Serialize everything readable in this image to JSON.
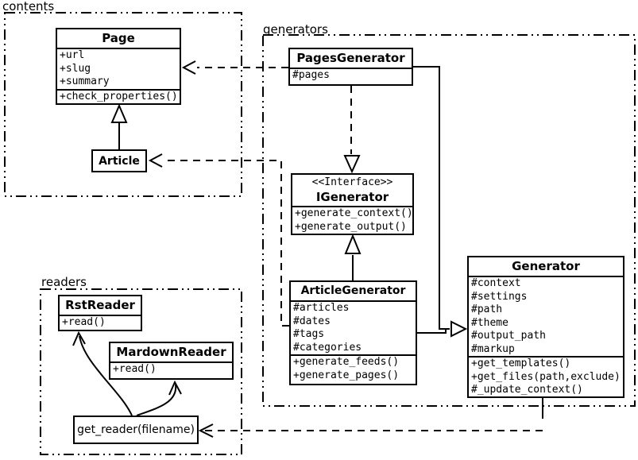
{
  "packages": {
    "contents": {
      "label": "contents"
    },
    "generators": {
      "label": "generators"
    },
    "readers": {
      "label": "readers"
    }
  },
  "classes": {
    "page": {
      "name": "Page",
      "attrs": [
        "+url",
        "+slug",
        "+summary"
      ],
      "methods": [
        "+check_properties()"
      ]
    },
    "article": {
      "name": "Article"
    },
    "pages_generator": {
      "name": "PagesGenerator",
      "attrs": [
        "#pages"
      ]
    },
    "igenerator": {
      "stereotype": "<<Interface>>",
      "name": "IGenerator",
      "methods": [
        "+generate_context()",
        "+generate_output()"
      ]
    },
    "article_generator": {
      "name": "ArticleGenerator",
      "attrs": [
        "#articles",
        "#dates",
        "#tags",
        "#categories"
      ],
      "methods": [
        "+generate_feeds()",
        "+generate_pages()"
      ]
    },
    "generator": {
      "name": "Generator",
      "attrs": [
        "#context",
        "#settings",
        "#path",
        "#theme",
        "#output_path",
        "#markup"
      ],
      "methods": [
        "+get_templates()",
        "+get_files(path,exclude)",
        "#_update_context()"
      ]
    },
    "rst_reader": {
      "name": "RstReader",
      "methods": [
        "+read()"
      ]
    },
    "markdown_reader": {
      "name": "MardownReader",
      "methods": [
        "+read()"
      ]
    },
    "get_reader": {
      "name": "get_reader(filename)"
    }
  },
  "relationships": [
    {
      "from": "Article",
      "to": "Page",
      "type": "generalization"
    },
    {
      "from": "PagesGenerator",
      "to": "Page",
      "type": "dependency"
    },
    {
      "from": "ArticleGenerator",
      "to": "Article",
      "type": "dependency"
    },
    {
      "from": "PagesGenerator",
      "to": "IGenerator",
      "type": "realization"
    },
    {
      "from": "ArticleGenerator",
      "to": "IGenerator",
      "type": "generalization"
    },
    {
      "from": "PagesGenerator",
      "to": "Generator",
      "type": "generalization"
    },
    {
      "from": "ArticleGenerator",
      "to": "Generator",
      "type": "generalization"
    },
    {
      "from": "Generator",
      "to": "get_reader(filename)",
      "type": "dependency"
    },
    {
      "from": "get_reader(filename)",
      "to": "RstReader",
      "type": "arrow"
    },
    {
      "from": "get_reader(filename)",
      "to": "MardownReader",
      "type": "arrow"
    }
  ],
  "colors": {
    "line": "#000000",
    "background": "#ffffff"
  }
}
